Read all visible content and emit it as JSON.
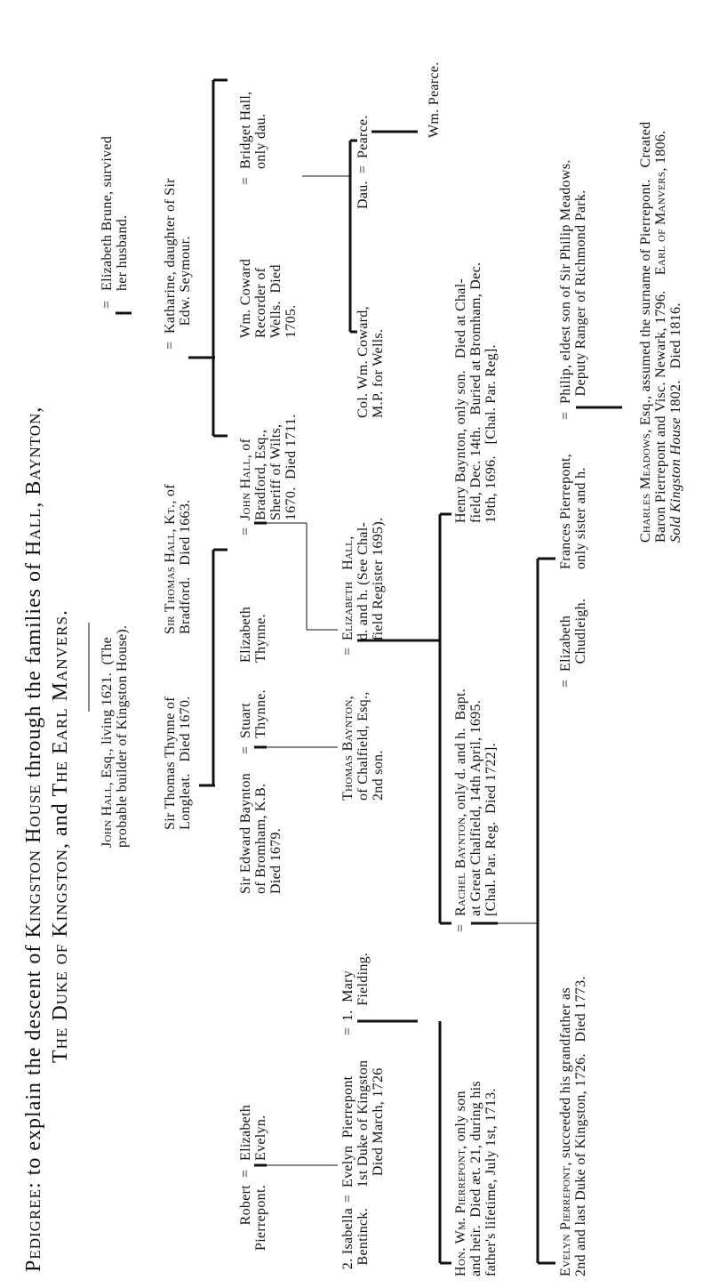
{
  "document": {
    "type": "pedigree",
    "orientation": "rotated"
  },
  "blocks": [
    {
      "id": "title1",
      "lines": [
        [
          {
            "t": "Pedigree",
            "s": "sc"
          },
          {
            "t": ": to explain the descent of "
          },
          {
            "t": "Kingston House",
            "s": "sc"
          },
          {
            "t": " through the families of "
          },
          {
            "t": "Hall",
            "s": "sc"
          },
          {
            "t": ", "
          },
          {
            "t": "Baynton",
            "s": "sc"
          },
          {
            "t": ","
          }
        ]
      ]
    },
    {
      "id": "title2",
      "lines": [
        [
          {
            "t": "The Duke of Kingston",
            "s": "sc"
          },
          {
            "t": ", and "
          },
          {
            "t": "The Earl Manvers",
            "s": "sc"
          },
          {
            "t": "."
          }
        ]
      ]
    },
    {
      "id": "john_hall_1621",
      "lines": [
        [
          {
            "t": "John Hall",
            "s": "sc"
          },
          {
            "t": ", Esq., living 1621.  (The"
          }
        ],
        [
          {
            "t": "probable builder of Kingston House)."
          }
        ]
      ]
    },
    {
      "id": "eq1",
      "lines": [
        [
          {
            "t": "="
          }
        ]
      ]
    },
    {
      "id": "elizabeth_brune",
      "lines": [
        [
          {
            "t": "Elizabeth Brune, survived"
          }
        ],
        [
          {
            "t": "her husband."
          }
        ]
      ]
    },
    {
      "id": "thomas_thynne",
      "lines": [
        [
          {
            "t": "Sir Thomas Thynne of"
          }
        ],
        [
          {
            "t": "Longleat.   Died 1670."
          }
        ]
      ]
    },
    {
      "id": "thomas_hall",
      "lines": [
        [
          {
            "t": "Sir Thomas Hall, Kt.",
            "s": "sc"
          },
          {
            "t": ", of"
          }
        ],
        [
          {
            "t": "Bradford.   Died 1663."
          }
        ]
      ]
    },
    {
      "id": "eq2",
      "lines": [
        [
          {
            "t": "="
          }
        ]
      ]
    },
    {
      "id": "katharine",
      "lines": [
        [
          {
            "t": "Katharine, daughter of Sir"
          }
        ],
        [
          {
            "t": "  Edw. Seymour."
          }
        ]
      ]
    },
    {
      "id": "robert",
      "lines": [
        [
          {
            "t": "Robert"
          }
        ],
        [
          {
            "t": "Pierrepont."
          }
        ]
      ]
    },
    {
      "id": "eq3",
      "lines": [
        [
          {
            "t": "="
          }
        ]
      ]
    },
    {
      "id": "elizabeth_evelyn",
      "lines": [
        [
          {
            "t": "Elizabeth"
          }
        ],
        [
          {
            "t": "Evelyn."
          }
        ]
      ]
    },
    {
      "id": "edward_baynton",
      "lines": [
        [
          {
            "t": "Sir Edward Baynton"
          }
        ],
        [
          {
            "t": "of Bromham, K.B."
          }
        ],
        [
          {
            "t": "Died 1679."
          }
        ]
      ]
    },
    {
      "id": "eq4",
      "lines": [
        [
          {
            "t": "="
          }
        ]
      ]
    },
    {
      "id": "stuart_thynne",
      "lines": [
        [
          {
            "t": "Stuart"
          }
        ],
        [
          {
            "t": "Thynne."
          }
        ]
      ]
    },
    {
      "id": "elizabeth_thynne",
      "lines": [
        [
          {
            "t": "Elizabeth"
          }
        ],
        [
          {
            "t": "Thynne."
          }
        ]
      ]
    },
    {
      "id": "eq5",
      "lines": [
        [
          {
            "t": "="
          }
        ]
      ]
    },
    {
      "id": "john_hall_bradford",
      "lines": [
        [
          {
            "t": "John Hall",
            "s": "sc"
          },
          {
            "t": ", of"
          }
        ],
        [
          {
            "t": "Bradford, Esq.,"
          }
        ],
        [
          {
            "t": "Sheriff of Wilts,"
          }
        ],
        [
          {
            "t": "1670.  Died 1711."
          }
        ]
      ]
    },
    {
      "id": "wm_coward",
      "lines": [
        [
          {
            "t": "Wm. Coward"
          }
        ],
        [
          {
            "t": "Recorder of"
          }
        ],
        [
          {
            "t": "Wells.  Died"
          }
        ],
        [
          {
            "t": "1705."
          }
        ]
      ]
    },
    {
      "id": "eq6",
      "lines": [
        [
          {
            "t": "="
          }
        ]
      ]
    },
    {
      "id": "bridget_hall",
      "lines": [
        [
          {
            "t": "Bridget Hall,"
          }
        ],
        [
          {
            "t": "only dau."
          }
        ]
      ]
    },
    {
      "id": "isabella",
      "lines": [
        [
          {
            "t": "2. Isabella"
          }
        ],
        [
          {
            "t": "Bentinck."
          }
        ]
      ]
    },
    {
      "id": "eq7",
      "lines": [
        [
          {
            "t": "="
          }
        ]
      ]
    },
    {
      "id": "evelyn_1st_duke",
      "lines": [
        [
          {
            "t": "Evelyn  Pierrepont"
          }
        ],
        [
          {
            "t": "1st Duke of Kingston"
          }
        ],
        [
          {
            "t": "   Died March, 1726"
          }
        ]
      ]
    },
    {
      "id": "eq8",
      "lines": [
        [
          {
            "t": "="
          }
        ]
      ]
    },
    {
      "id": "mary_fielding",
      "lines": [
        [
          {
            "t": "1.  Mary"
          }
        ],
        [
          {
            "t": "    Fielding."
          }
        ]
      ]
    },
    {
      "id": "thomas_baynton",
      "lines": [
        [
          {
            "t": "Thomas Baynton",
            "s": "sc"
          },
          {
            "t": ","
          }
        ],
        [
          {
            "t": "of Chalfield, Esq.,"
          }
        ],
        [
          {
            "t": "2nd son."
          }
        ]
      ]
    },
    {
      "id": "eq9",
      "lines": [
        [
          {
            "t": "="
          }
        ]
      ]
    },
    {
      "id": "elizabeth_hall",
      "lines": [
        [
          {
            "t": "Elizabeth   Hall",
            "s": "sc"
          },
          {
            "t": ","
          }
        ],
        [
          {
            "t": "d. and h. (See Chal-"
          }
        ],
        [
          {
            "t": "field Register 1695)."
          }
        ]
      ]
    },
    {
      "id": "col_wm_coward",
      "lines": [
        [
          {
            "t": "Col. Wm. Coward,"
          }
        ],
        [
          {
            "t": "M.P. for Wells."
          }
        ]
      ]
    },
    {
      "id": "dau",
      "lines": [
        [
          {
            "t": "Dau."
          }
        ]
      ]
    },
    {
      "id": "eq10",
      "lines": [
        [
          {
            "t": "="
          }
        ]
      ]
    },
    {
      "id": "pearce",
      "lines": [
        [
          {
            "t": "Pearce."
          }
        ]
      ]
    },
    {
      "id": "wm_pearce",
      "lines": [
        [
          {
            "t": "Wm. Pearce."
          }
        ]
      ]
    },
    {
      "id": "hon_wm_pierrepont",
      "lines": [
        [
          {
            "t": "Hon. Wm. Pierrepont",
            "s": "sc"
          },
          {
            "t": ", only son"
          }
        ],
        [
          {
            "t": "and heir.  Died æt. 21, during his"
          }
        ],
        [
          {
            "t": "father's lifetime, July 1st, 1713."
          }
        ]
      ]
    },
    {
      "id": "eq11",
      "lines": [
        [
          {
            "t": "="
          }
        ]
      ]
    },
    {
      "id": "rachel_baynton",
      "lines": [
        [
          {
            "t": "Rachel Baynton",
            "s": "sc"
          },
          {
            "t": ", only d. and h.  Bapt."
          }
        ],
        [
          {
            "t": "at Great Chalfield, 14th April, 1695."
          }
        ],
        [
          {
            "t": "[Chal. Par. Reg.  Died 1722]."
          }
        ]
      ]
    },
    {
      "id": "henry_baynton",
      "lines": [
        [
          {
            "t": "Henry Baynton, only son.   Died at Chal-"
          }
        ],
        [
          {
            "t": "field, Dec. 14th.   Buried at Bromham, Dec."
          }
        ],
        [
          {
            "t": "19th, 1696.   [Chal. Par. Reg]."
          }
        ]
      ]
    },
    {
      "id": "evelyn_2nd_duke",
      "lines": [
        [
          {
            "t": "Evelyn Pierrepont",
            "s": "sc"
          },
          {
            "t": ", succeeded his grandfather as"
          }
        ],
        [
          {
            "t": "2nd and last Duke of Kingston, 1726.   Died 1773."
          }
        ]
      ]
    },
    {
      "id": "eq12",
      "lines": [
        [
          {
            "t": "="
          }
        ]
      ]
    },
    {
      "id": "elizabeth_chudleigh",
      "lines": [
        [
          {
            "t": "Elizabeth"
          }
        ],
        [
          {
            "t": "  Chudleigh."
          }
        ]
      ]
    },
    {
      "id": "frances_pierrepont",
      "lines": [
        [
          {
            "t": "Frances Pierrepont,"
          }
        ],
        [
          {
            "t": "only sister and h."
          }
        ]
      ]
    },
    {
      "id": "eq13",
      "lines": [
        [
          {
            "t": "="
          }
        ]
      ]
    },
    {
      "id": "philip_meadows",
      "lines": [
        [
          {
            "t": "Philip, eldest son of Sir Philip Meadows."
          }
        ],
        [
          {
            "t": "  Deputy Ranger of Richmond Park."
          }
        ]
      ]
    },
    {
      "id": "charles_meadows",
      "lines": [
        [
          {
            "t": "Charles Meadows",
            "s": "sc"
          },
          {
            "t": ", Esq., assumed the surname of Pierrepont.   Created"
          }
        ],
        [
          {
            "t": "Baron Pierrepont and Visc. Newark, 1796.    "
          },
          {
            "t": "Earl of Manvers",
            "s": "sc"
          },
          {
            "t": ", 1806."
          }
        ],
        [
          {
            "t": "Sold Kingston House",
            "s": "it"
          },
          {
            "t": " 1802.   Died 1816."
          }
        ]
      ]
    }
  ]
}
